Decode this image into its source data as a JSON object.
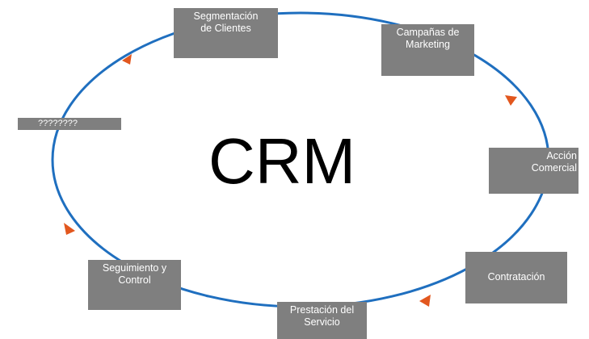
{
  "center_title": "CRM",
  "ring_color": "#1f6fbf",
  "arrow_color": "#e2571e",
  "box_color": "#7f7f7f",
  "boxes": {
    "segmentacion": "Segmentación\nde Clientes",
    "campanas": "Campañas de\nMarketing",
    "accion": "Acción\nComercial",
    "contratacion": "Contratación",
    "prestacion": "Prestación del\nServicio",
    "seguimiento": "Seguimiento y\nControl",
    "desconocido": "????????"
  }
}
